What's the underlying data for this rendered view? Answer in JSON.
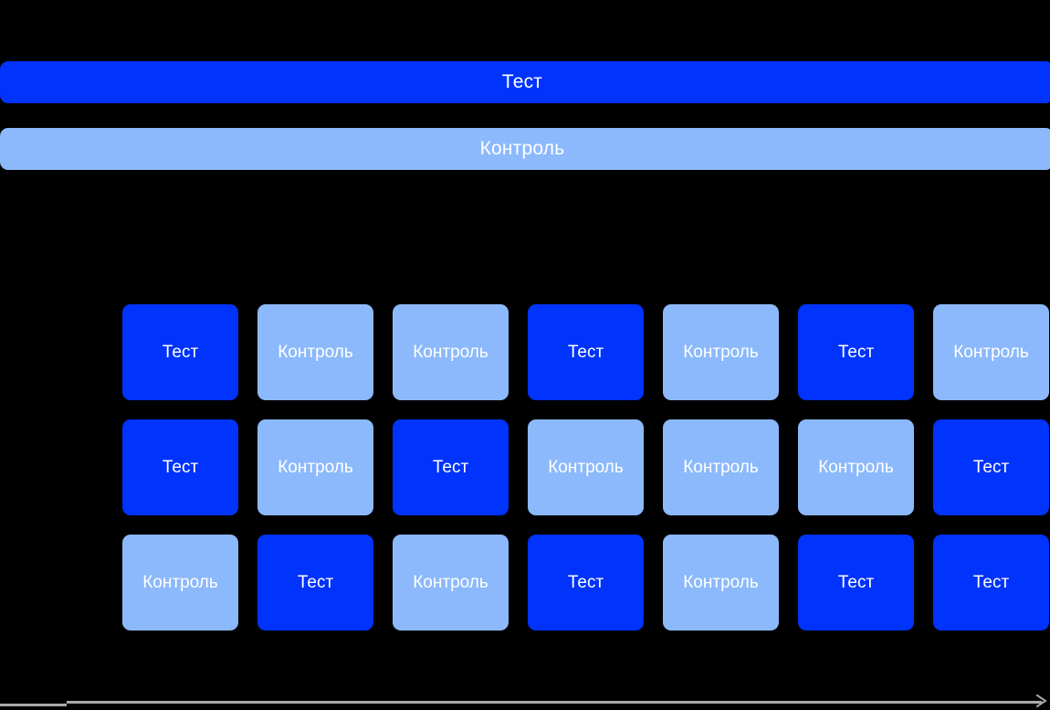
{
  "legend": {
    "items": [
      {
        "label": "Тест",
        "variant": "test",
        "color": "#0033fb"
      },
      {
        "label": "Контроль",
        "variant": "control",
        "color": "#8cb9fb"
      }
    ]
  },
  "colors": {
    "background": "#000000",
    "test": "#0033fb",
    "control": "#8cb9fb",
    "axis": "#aaaaaa",
    "text": "#ffffff"
  },
  "grid": {
    "rows": [
      {
        "cells": [
          {
            "label": "Тест",
            "variant": "test"
          },
          {
            "label": "Контроль",
            "variant": "control"
          },
          {
            "label": "Контроль",
            "variant": "control"
          },
          {
            "label": "Тест",
            "variant": "test"
          },
          {
            "label": "Контроль",
            "variant": "control"
          },
          {
            "label": "Тест",
            "variant": "test"
          },
          {
            "label": "Контроль",
            "variant": "control"
          }
        ]
      },
      {
        "cells": [
          {
            "label": "Тест",
            "variant": "test"
          },
          {
            "label": "Контроль",
            "variant": "control"
          },
          {
            "label": "Тест",
            "variant": "test"
          },
          {
            "label": "Контроль",
            "variant": "control"
          },
          {
            "label": "Контроль",
            "variant": "control"
          },
          {
            "label": "Контроль",
            "variant": "control"
          },
          {
            "label": "Тест",
            "variant": "test"
          }
        ]
      },
      {
        "cells": [
          {
            "label": "Контроль",
            "variant": "control"
          },
          {
            "label": "Тест",
            "variant": "test"
          },
          {
            "label": "Контроль",
            "variant": "control"
          },
          {
            "label": "Тест",
            "variant": "test"
          },
          {
            "label": "Контроль",
            "variant": "control"
          },
          {
            "label": "Тест",
            "variant": "test"
          },
          {
            "label": "Тест",
            "variant": "test"
          }
        ]
      }
    ]
  },
  "axis": {
    "arrow_icon": "arrow-right-icon"
  }
}
